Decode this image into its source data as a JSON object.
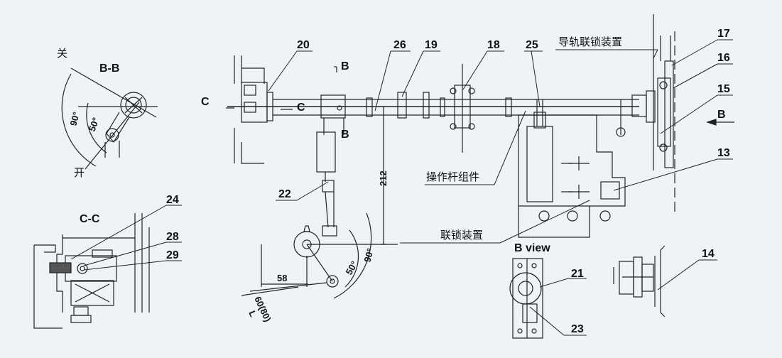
{
  "section_bb": {
    "title": "B-B",
    "close": "关",
    "open": "开",
    "angle_90": "90°",
    "angle_50": "50°"
  },
  "section_cc": {
    "title": "C-C",
    "callouts": [
      "24",
      "28",
      "29"
    ]
  },
  "main": {
    "marker_c_left": "C",
    "marker_c_inner": "C",
    "marker_b_top": "B",
    "marker_b_bottom": "B",
    "marker_b_right": "B",
    "callouts": [
      "20",
      "26",
      "19",
      "18",
      "25",
      "17",
      "16",
      "15",
      "13",
      "22"
    ],
    "rail_interlock": "导轨联锁装置",
    "lever_assembly": "操作杆组件",
    "interlock_device": "联锁装置",
    "dim_212": "212",
    "dim_58": "58",
    "dim_60_80": "60(80)",
    "dim_L": "L",
    "angle_90": "90°",
    "angle_50": "50°"
  },
  "b_view": {
    "title": "B view",
    "callouts": [
      "21",
      "23"
    ]
  },
  "detail_14": {
    "callout": "14"
  }
}
